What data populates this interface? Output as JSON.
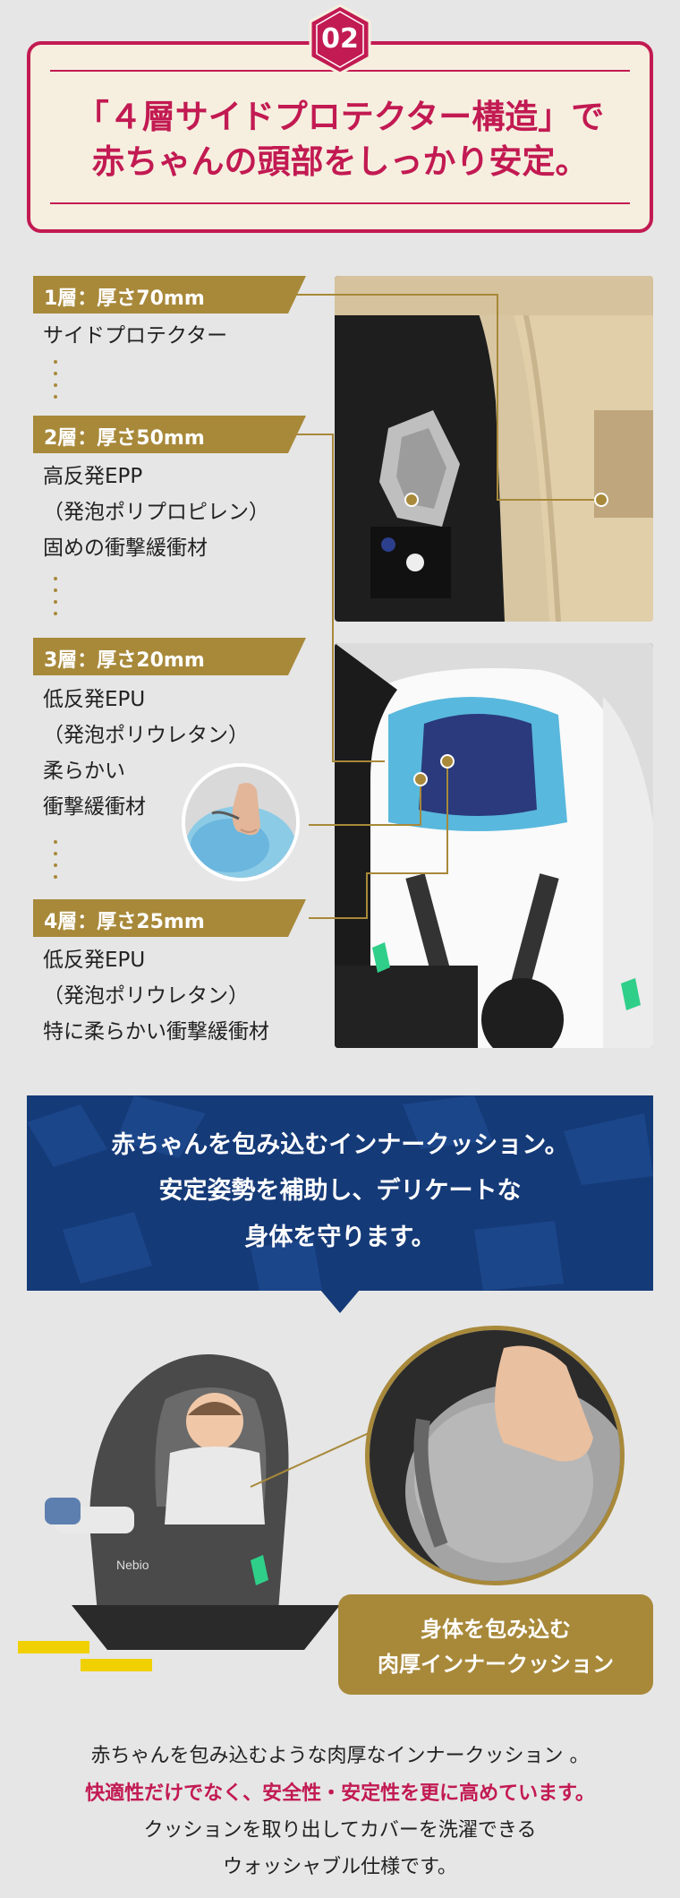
{
  "header": {
    "badge": "02",
    "title_line1": "「４層サイドプロテクター構造」で",
    "title_line2": "赤ちゃんの頭部をしっかり安定。"
  },
  "layers": [
    {
      "label": "1層：厚さ70mm",
      "lines": [
        "サイドプロテクター"
      ]
    },
    {
      "label": "2層：厚さ50mm",
      "lines": [
        "高反発EPP",
        "（発泡ポリプロピレン）",
        "固めの衝撃緩衝材"
      ]
    },
    {
      "label": "3層：厚さ20mm",
      "lines": [
        "低反発EPU",
        "（発泡ポリウレタン）",
        "柔らかい",
        "衝撃緩衝材"
      ]
    },
    {
      "label": "4層：厚さ25mm",
      "lines": [
        "低反発EPU",
        "（発泡ポリウレタン）",
        "特に柔らかい衝撃緩衝材"
      ]
    }
  ],
  "seat_brand": "Nebio",
  "navy_banner": {
    "line1": "赤ちゃんを包み込むインナークッション。",
    "line2": "安定姿勢を補助し、デリケートな",
    "line3": "身体を守ります。"
  },
  "cushion_tag": {
    "line1": "身体を包み込む",
    "line2": "肉厚インナークッション"
  },
  "description": {
    "line1": "赤ちゃんを包み込むような肉厚なインナークッション 。",
    "line2": "快適性だけでなく、安全性・安定性を更に高めています。",
    "line3": "クッションを取り出してカバーを洗濯できる",
    "line4": "ウォッシャブル仕様です。"
  },
  "colors": {
    "accent_red": "#c21a52",
    "gold": "#a8893a",
    "navy": "#153a78",
    "background": "#e6e6e6",
    "header_bg": "#f6efdf"
  }
}
